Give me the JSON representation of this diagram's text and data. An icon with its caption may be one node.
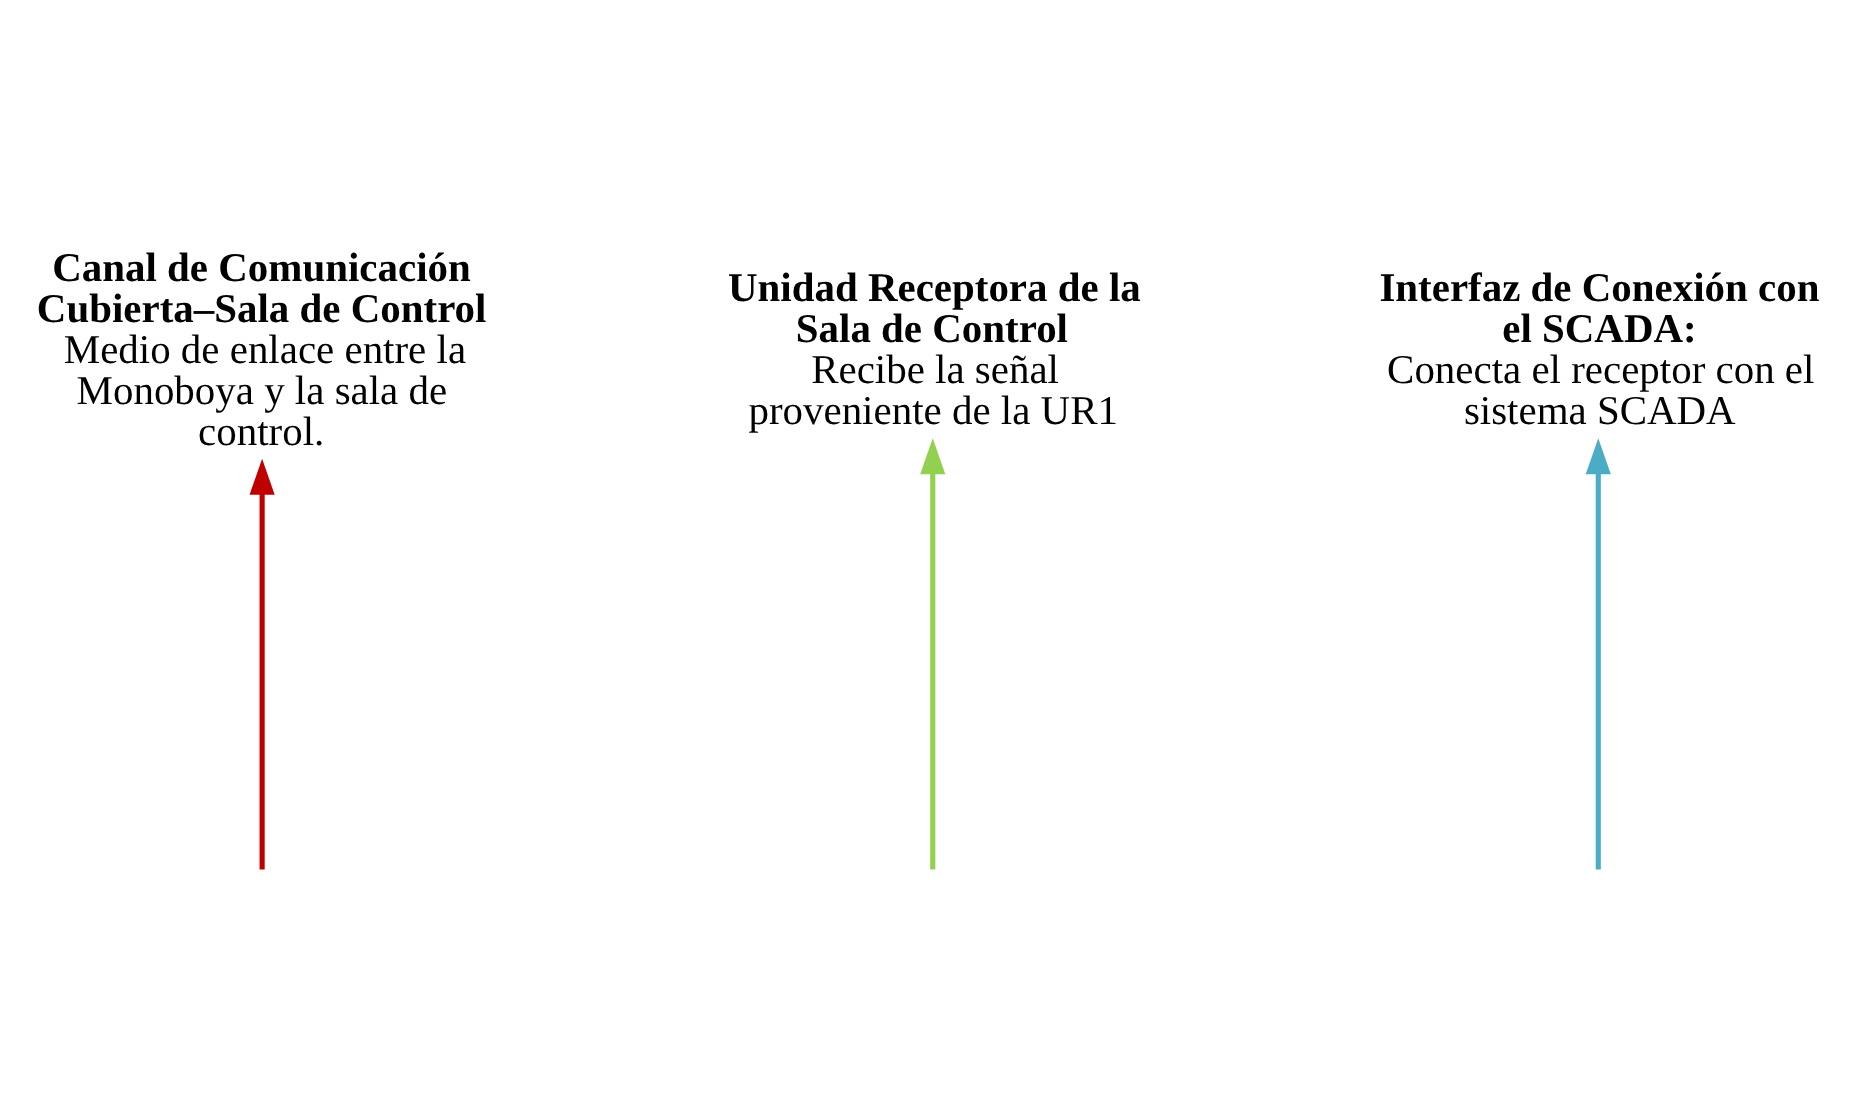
{
  "diagram": {
    "nodes": [
      {
        "text": [
          "Canal de Comunicación Cubierta–Sala de Control",
          "Medio de enlace entre la Monoboya y la sala de control."
        ]
      },
      {
        "text": [
          "Unidad Receptora de la Sala de Control",
          "Recibe la señal proveniente de la UR1"
        ]
      },
      {
        "text": [
          "Interfaz de Conexión con el SCADA:",
          "Conecta el receptor con el sistema SCADA"
        ]
      }
    ],
    "edges": [
      {
        "from": null,
        "to": 0,
        "arrow": "to",
        "color": "#c00000"
      },
      {
        "from": null,
        "to": 1,
        "arrow": "to",
        "color": "#92d050"
      },
      {
        "from": null,
        "to": 2,
        "arrow": "to",
        "color": "#4bacc6"
      }
    ]
  }
}
